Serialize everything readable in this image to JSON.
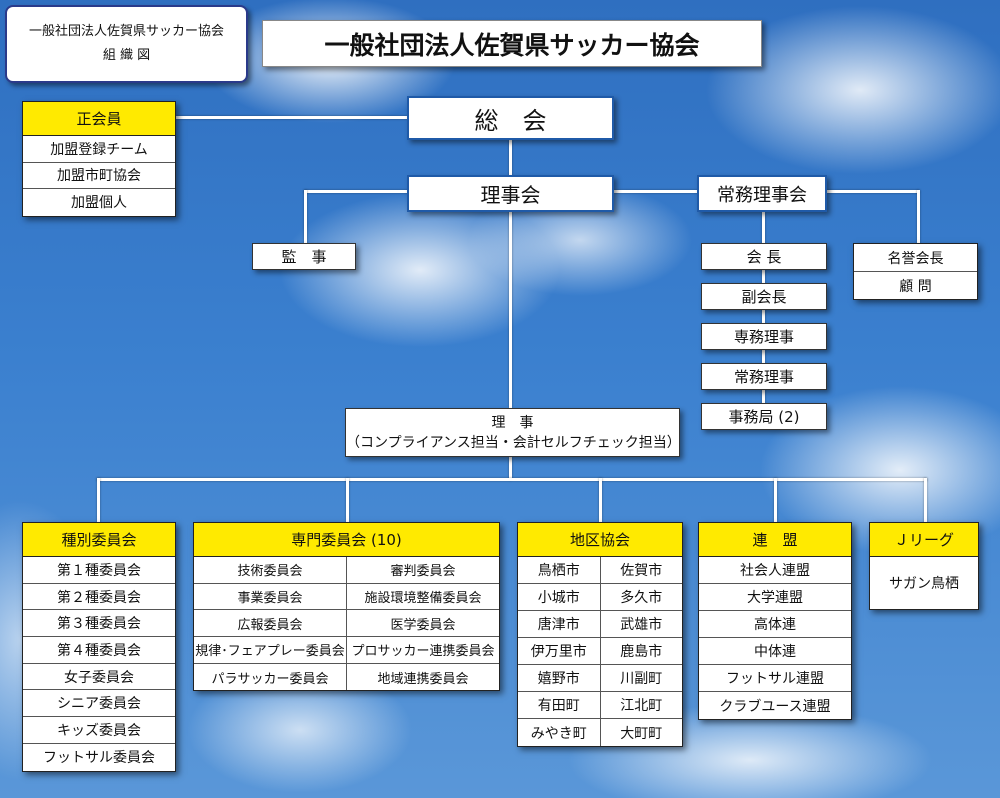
{
  "caption": {
    "line1": "一般社団法人佐賀県サッカー協会",
    "line2": "組 織 図"
  },
  "title": "一般社団法人佐賀県サッカー協会",
  "general_meeting": "総　会",
  "board": "理事会",
  "executive_board": "常務理事会",
  "auditor": "監　事",
  "directors": {
    "line1": "理　事",
    "line2": "（コンプライアンス担当・会計セルフチェック担当）"
  },
  "regular_members": {
    "header": "正会員",
    "items": [
      "加盟登録チーム",
      "加盟市町協会",
      "加盟個人"
    ]
  },
  "executive_roles": [
    "会 長",
    "副会長",
    "専務理事",
    "常務理事",
    "事務局 (2)"
  ],
  "honorary": [
    "名誉会長",
    "顧 問"
  ],
  "category_committees": {
    "header": "種別委員会",
    "items": [
      "第１種委員会",
      "第２種委員会",
      "第３種委員会",
      "第４種委員会",
      "女子委員会",
      "シニア委員会",
      "キッズ委員会",
      "フットサル委員会"
    ]
  },
  "special_committees": {
    "header": "専門委員会 (10)",
    "rows": [
      [
        "技術委員会",
        "審判委員会"
      ],
      [
        "事業委員会",
        "施設環境整備委員会"
      ],
      [
        "広報委員会",
        "医学委員会"
      ],
      [
        "規律･フェアプレー委員会",
        "プロサッカー連携委員会"
      ],
      [
        "パラサッカー委員会",
        "地域連携委員会"
      ]
    ]
  },
  "district_associations": {
    "header": "地区協会",
    "rows": [
      [
        "鳥栖市",
        "佐賀市"
      ],
      [
        "小城市",
        "多久市"
      ],
      [
        "唐津市",
        "武雄市"
      ],
      [
        "伊万里市",
        "鹿島市"
      ],
      [
        "嬉野市",
        "川副町"
      ],
      [
        "有田町",
        "江北町"
      ],
      [
        "みやき町",
        "大町町"
      ]
    ]
  },
  "federations": {
    "header": "連　盟",
    "items": [
      "社会人連盟",
      "大学連盟",
      "高体連",
      "中体連",
      "フットサル連盟",
      "クラブユース連盟"
    ]
  },
  "jleague": {
    "header": "Ｊリーグ",
    "items": [
      "サガン鳥栖"
    ]
  }
}
